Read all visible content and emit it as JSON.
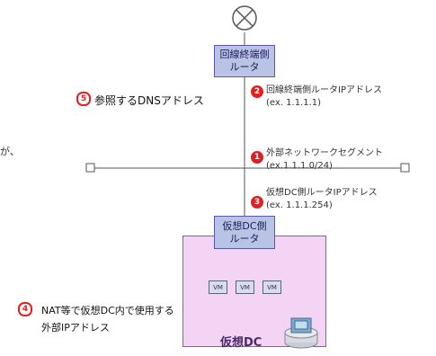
{
  "internet_node": {
    "icon": "crossed-circle-icon"
  },
  "line_router": {
    "label_line1": "回線終端側",
    "label_line2": "ルータ"
  },
  "item5": {
    "number": "5",
    "text": "参照するDNSアドレス"
  },
  "item2": {
    "number": "2",
    "text": "回線終端側ルータIPアドレス",
    "example": "(ex. 1.1.1.1)"
  },
  "item1": {
    "number": "1",
    "text": "外部ネットワークセグメント",
    "example": "(ex.1.1.1.0/24)"
  },
  "item3": {
    "number": "3",
    "text": "仮想DC側ルータIPアドレス",
    "example": "(ex. 1.1.1.254)"
  },
  "dc_router": {
    "label_line1": "仮想DC側",
    "label_line2": "ルータ"
  },
  "vms": [
    "VM",
    "VM",
    "VM"
  ],
  "item4": {
    "number": "4",
    "text_line1": "NAT等で仮想DC内で使用する",
    "text_line2": "外部IPアドレス"
  },
  "dc": {
    "label": "仮想DC"
  },
  "left_fragment": "が、",
  "colors": {
    "badge": "#e02020",
    "router": "#b9c3e6",
    "dc_area": "#f4d4f4"
  }
}
